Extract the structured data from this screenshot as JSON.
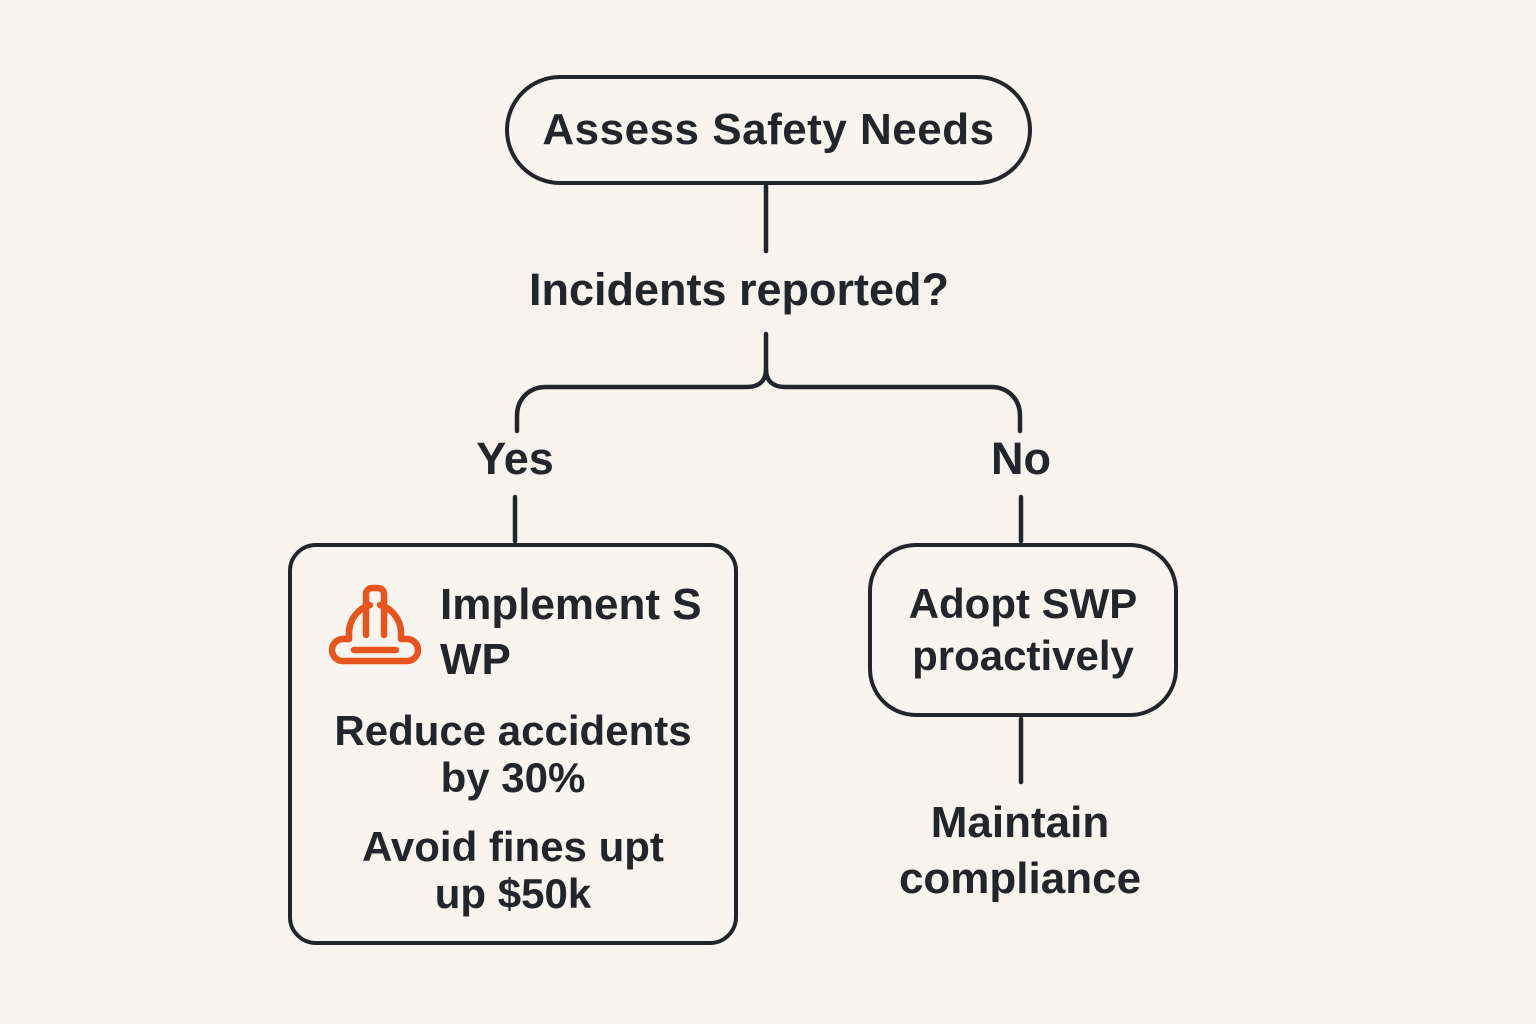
{
  "colors": {
    "background": "#f7f4ef",
    "ink": "#22262a",
    "accent_orange": "#e8551c"
  },
  "flowchart": {
    "root": {
      "label": "Assess Safety Needs"
    },
    "question": {
      "label": "Incidents reported?"
    },
    "yes_branch": {
      "label": "Yes",
      "node": {
        "icon": "hard-hat-icon",
        "title_line1": "Implement S",
        "title_line2": "WP",
        "detail1_line1": "Reduce accidents",
        "detail1_line2": "by 30%",
        "detail2_line1": "Avoid fines upt",
        "detail2_line2": "up $50k"
      }
    },
    "no_branch": {
      "label": "No",
      "node": {
        "title_line1": "Adopt SWP",
        "title_line2": "proactively"
      },
      "outcome_line1": "Maintain",
      "outcome_line2": "compliance"
    }
  }
}
